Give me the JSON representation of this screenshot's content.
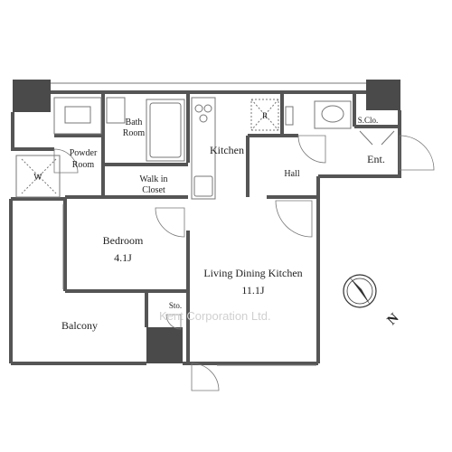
{
  "rooms": {
    "bath": [
      "Bath",
      "Room"
    ],
    "powder": [
      "Powder",
      "Room"
    ],
    "washer": "W",
    "walkin": [
      "Walk in",
      "Closet"
    ],
    "kitchen": "Kitchen",
    "fridge": "R",
    "hall": "Hall",
    "shoe_closet": "S.Clo.",
    "entrance": "Ent.",
    "bedroom": "Bedroom",
    "bedroom_size": "4.1J",
    "ldk": "Living Dining Kitchen",
    "ldk_size": "11.1J",
    "storage": "Sto.",
    "balcony": "Balcony"
  },
  "compass_label": "N",
  "watermark": "Kent Corporation Ltd.",
  "colors": {
    "wall": "#555555",
    "column": "#4a4a4a",
    "fixture": "#777777",
    "watermark": "#d0d0d0"
  }
}
